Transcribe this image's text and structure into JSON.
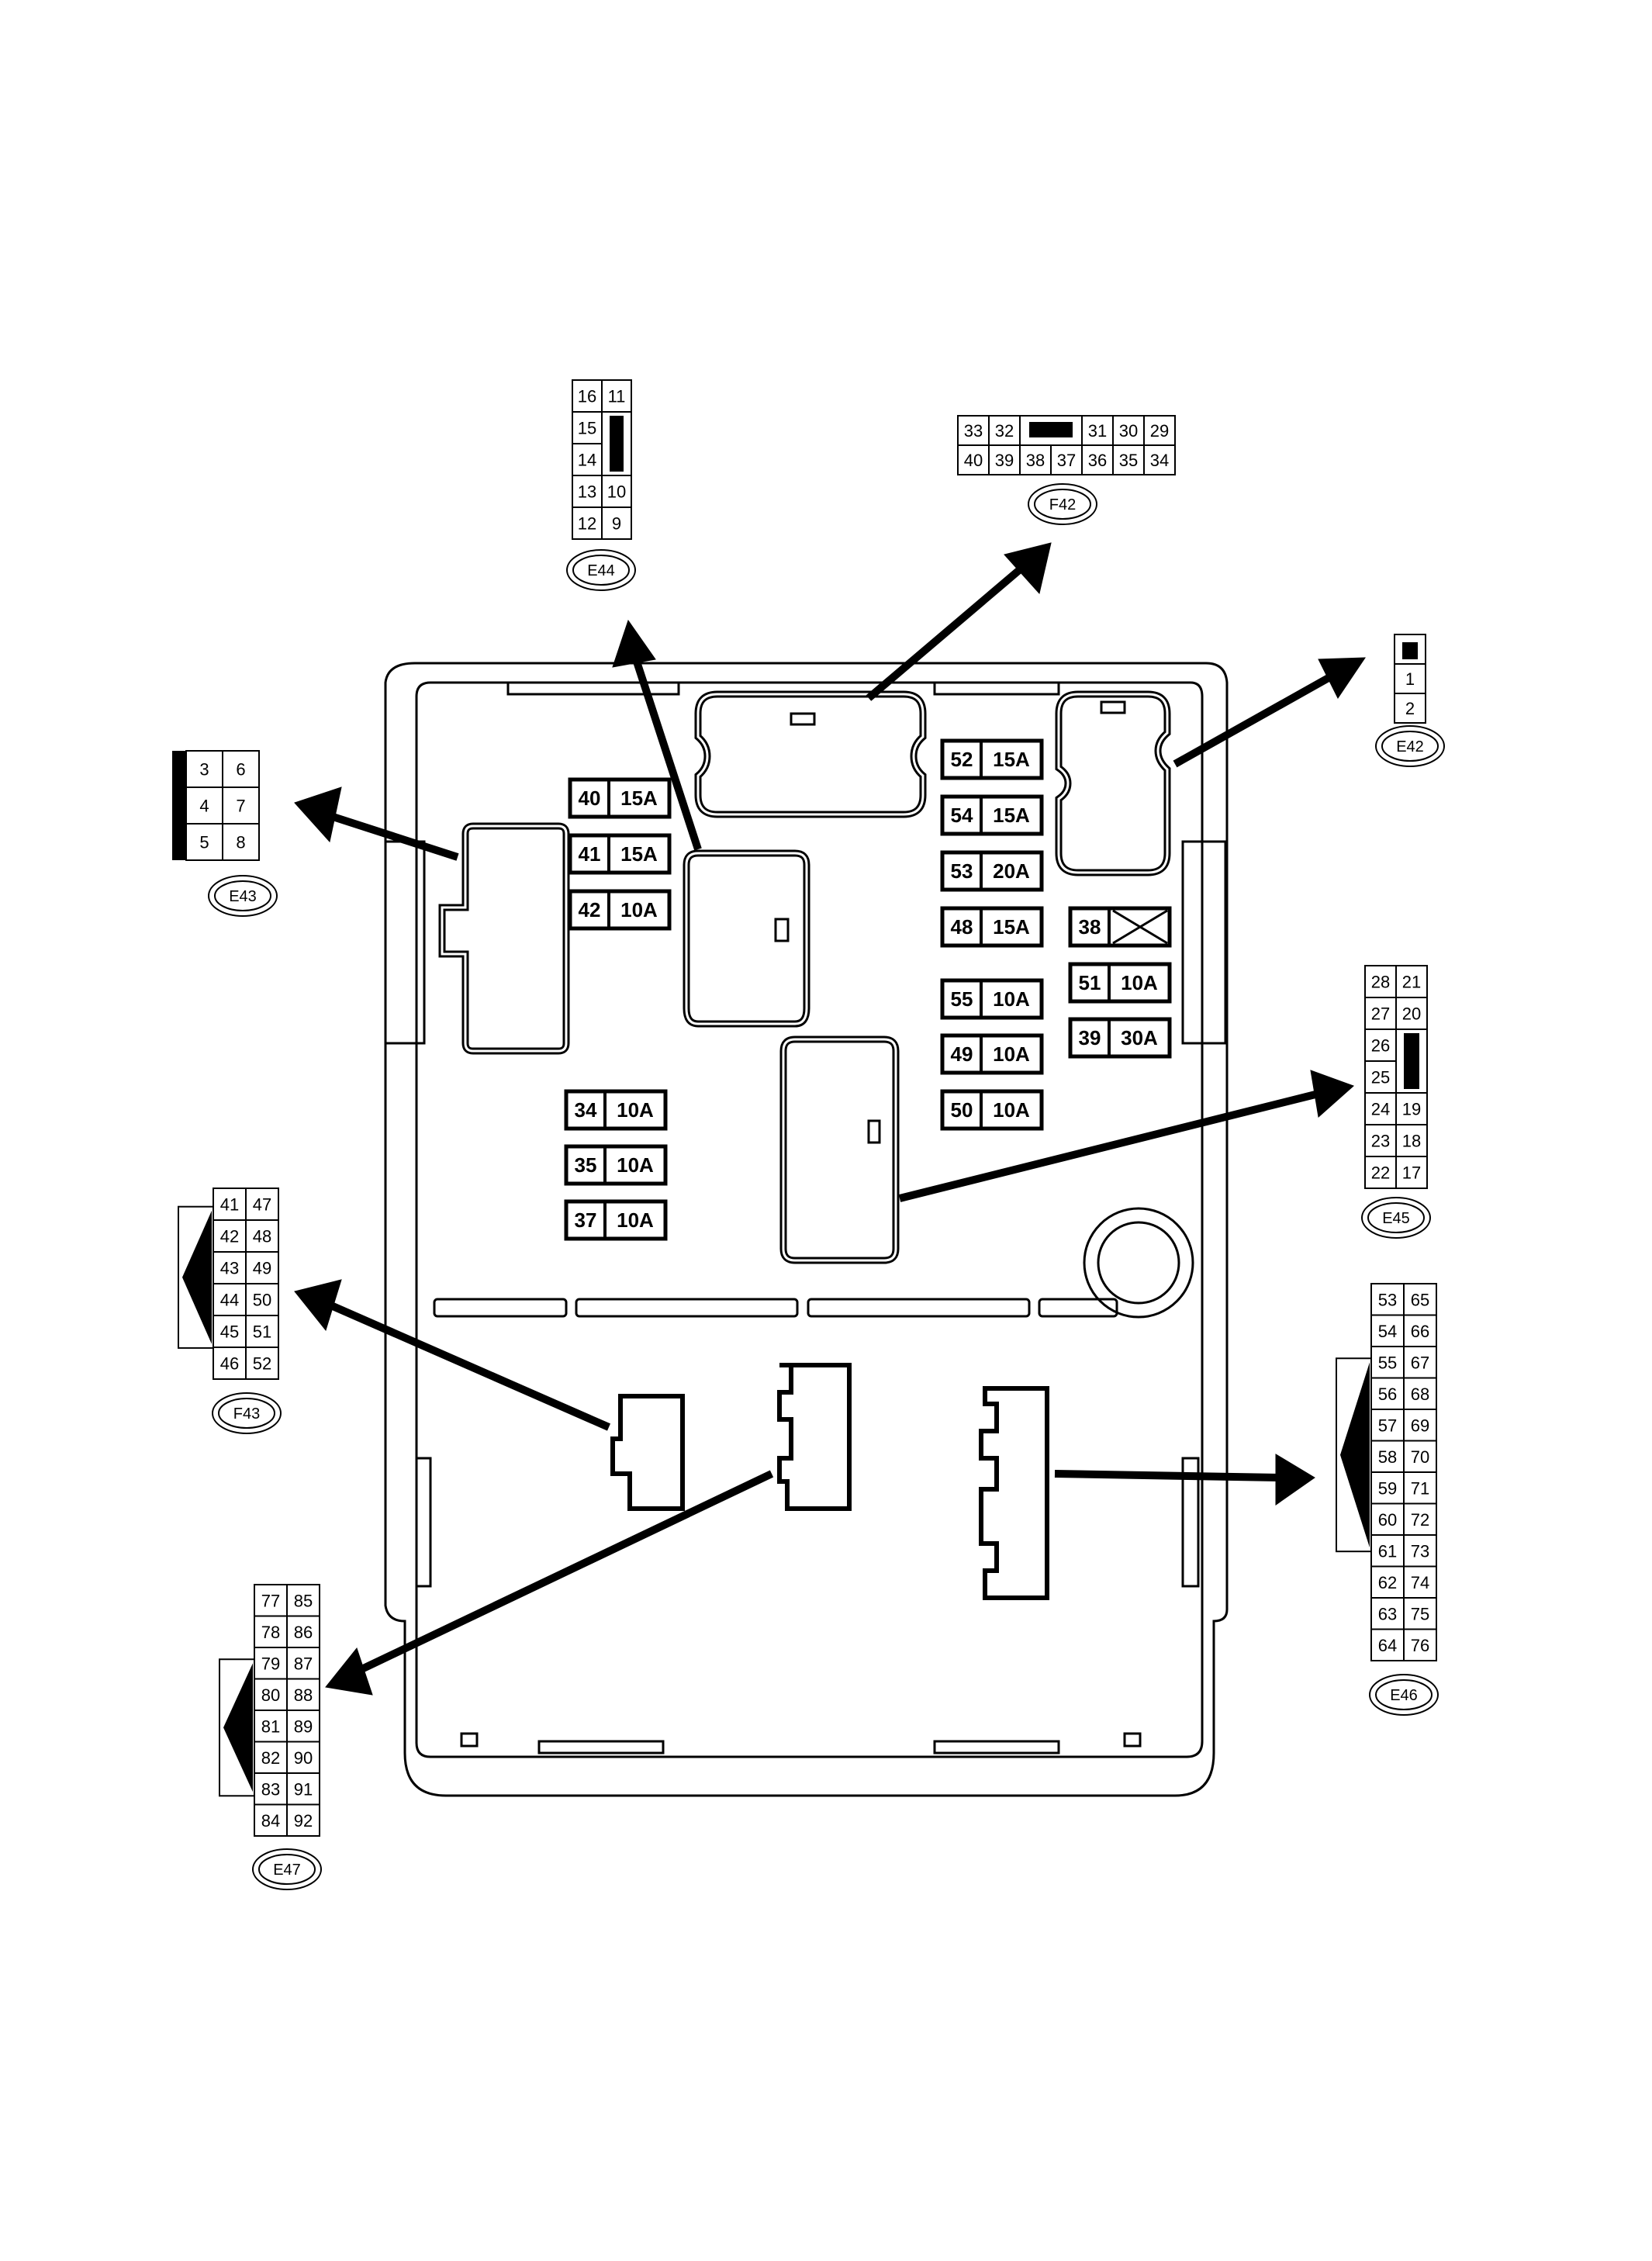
{
  "fuses": [
    {
      "num": "40",
      "amp": "15A"
    },
    {
      "num": "41",
      "amp": "15A"
    },
    {
      "num": "42",
      "amp": "10A"
    },
    {
      "num": "34",
      "amp": "10A"
    },
    {
      "num": "35",
      "amp": "10A"
    },
    {
      "num": "37",
      "amp": "10A"
    },
    {
      "num": "52",
      "amp": "15A"
    },
    {
      "num": "54",
      "amp": "15A"
    },
    {
      "num": "53",
      "amp": "20A"
    },
    {
      "num": "48",
      "amp": "15A"
    },
    {
      "num": "55",
      "amp": "10A"
    },
    {
      "num": "49",
      "amp": "10A"
    },
    {
      "num": "50",
      "amp": "10A"
    },
    {
      "num": "51",
      "amp": "10A"
    },
    {
      "num": "39",
      "amp": "30A"
    },
    {
      "num": "38",
      "amp": ""
    }
  ],
  "connectors": {
    "E44": {
      "label": "E44",
      "rows": [
        [
          "16",
          "11"
        ],
        [
          "15",
          ""
        ],
        [
          "14",
          ""
        ],
        [
          "13",
          "10"
        ],
        [
          "12",
          "9"
        ]
      ]
    },
    "F42": {
      "label": "F42",
      "rows": [
        [
          "33",
          "32",
          "",
          "",
          "31",
          "30",
          "29"
        ],
        [
          "40",
          "39",
          "38",
          "37",
          "36",
          "35",
          "34"
        ]
      ]
    },
    "E42": {
      "label": "E42",
      "rows": [
        [
          ""
        ],
        [
          "1"
        ],
        [
          "2"
        ]
      ]
    },
    "E43": {
      "label": "E43",
      "rows": [
        [
          "3",
          "6"
        ],
        [
          "4",
          "7"
        ],
        [
          "5",
          "8"
        ]
      ]
    },
    "E45": {
      "label": "E45",
      "rows": [
        [
          "28",
          "21"
        ],
        [
          "27",
          "20"
        ],
        [
          "26",
          ""
        ],
        [
          "25",
          ""
        ],
        [
          "24",
          "19"
        ],
        [
          "23",
          "18"
        ],
        [
          "22",
          "17"
        ]
      ]
    },
    "F43": {
      "label": "F43",
      "rows": [
        [
          "41",
          "47"
        ],
        [
          "42",
          "48"
        ],
        [
          "43",
          "49"
        ],
        [
          "44",
          "50"
        ],
        [
          "45",
          "51"
        ],
        [
          "46",
          "52"
        ]
      ]
    },
    "E46": {
      "label": "E46",
      "rows": [
        [
          "53",
          "65"
        ],
        [
          "54",
          "66"
        ],
        [
          "55",
          "67"
        ],
        [
          "56",
          "68"
        ],
        [
          "57",
          "69"
        ],
        [
          "58",
          "70"
        ],
        [
          "59",
          "71"
        ],
        [
          "60",
          "72"
        ],
        [
          "61",
          "73"
        ],
        [
          "62",
          "74"
        ],
        [
          "63",
          "75"
        ],
        [
          "64",
          "76"
        ]
      ]
    },
    "E47": {
      "label": "E47",
      "rows": [
        [
          "77",
          "85"
        ],
        [
          "78",
          "86"
        ],
        [
          "79",
          "87"
        ],
        [
          "80",
          "88"
        ],
        [
          "81",
          "89"
        ],
        [
          "82",
          "90"
        ],
        [
          "83",
          "91"
        ],
        [
          "84",
          "92"
        ]
      ]
    }
  }
}
